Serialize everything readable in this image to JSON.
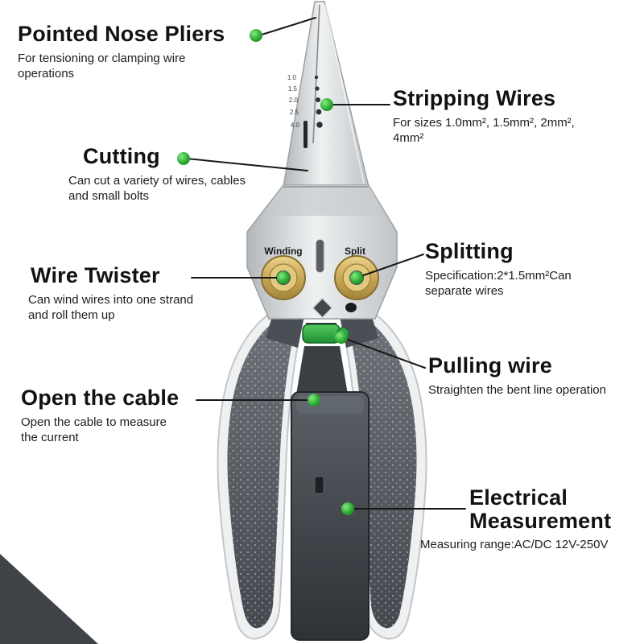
{
  "colors": {
    "marker_green": "#2bab32",
    "leader_line": "#171717",
    "gold": "#c3a050",
    "grip_dark": "#4b5056",
    "shell_white": "#eef0f1"
  },
  "callouts": {
    "pointed_nose": {
      "title": "Pointed Nose Pliers",
      "desc": "For tensioning or clamping wire operations"
    },
    "stripping": {
      "title": "Stripping Wires",
      "desc": "For sizes 1.0mm², 1.5mm², 2mm², 4mm²"
    },
    "cutting": {
      "title": "Cutting",
      "desc": "Can cut a variety of wires, cables and small bolts"
    },
    "wire_twister": {
      "title": "Wire Twister",
      "desc": "Can wind wires into one strand and roll them up"
    },
    "splitting": {
      "title": "Splitting",
      "desc": "Specification:2*1.5mm²Can separate wires"
    },
    "pulling_wire": {
      "title": "Pulling wire",
      "desc": "Straighten the bent line operation"
    },
    "open_cable": {
      "title": "Open the cable",
      "desc": "Open the cable to measure the current"
    },
    "electrical": {
      "title": "Electrical Measurement",
      "desc": "Measuring range:AC/DC 12V-250V"
    }
  },
  "tool": {
    "winding_label": "Winding",
    "split_label": "Split",
    "gauge_labels": [
      "1.0",
      "1.5",
      "2.0",
      "2.5",
      "4.0"
    ]
  }
}
